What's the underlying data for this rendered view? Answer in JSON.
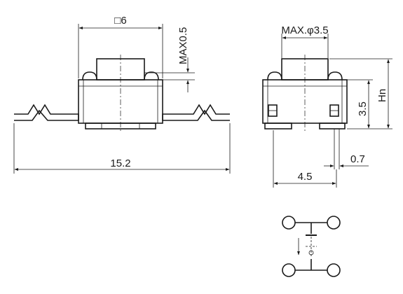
{
  "dimensions": {
    "square": "□6",
    "max_height": "MAX0.5",
    "total_length": "15.2",
    "diameter": "MAX.φ3.5",
    "body_height": "3.5",
    "height": "Hn",
    "pin_width": "0.7",
    "pin_spacing": "4.5"
  }
}
